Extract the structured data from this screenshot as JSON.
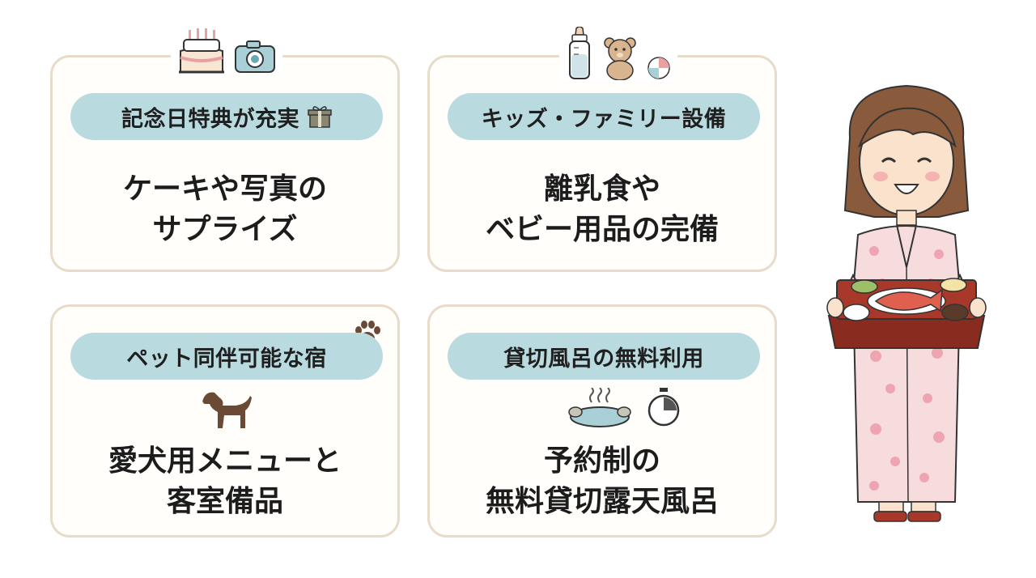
{
  "cards": [
    {
      "title": "記念日特典が充実",
      "lines": [
        "ケーキや写真の",
        "サプライズ"
      ],
      "icons": [
        "cake-icon",
        "camera-icon",
        "gift-icon"
      ]
    },
    {
      "title": "キッズ・ファミリー設備",
      "lines": [
        "離乳食や",
        "ベビー用品の完備"
      ],
      "icons": [
        "baby-bottle-icon",
        "teddy-bear-icon",
        "ball-icon"
      ]
    },
    {
      "title": "ペット同伴可能な宿",
      "lines": [
        "愛犬用メニューと",
        "客室備品"
      ],
      "icons": [
        "paw-icon",
        "dog-icon"
      ]
    },
    {
      "title": "貸切風呂の無料利用",
      "lines": [
        "予約制の",
        "無料貸切露天風呂"
      ],
      "icons": [
        "hot-spring-icon",
        "stopwatch-icon"
      ]
    }
  ],
  "colors": {
    "pill": "#b9dbe0",
    "border": "#e6dcc9",
    "text": "#1c1c1c",
    "kimono": "#f6dcdc",
    "tray": "#8a2b1f"
  },
  "illustration": "hostess-in-yukata-with-meal-tray-icon"
}
